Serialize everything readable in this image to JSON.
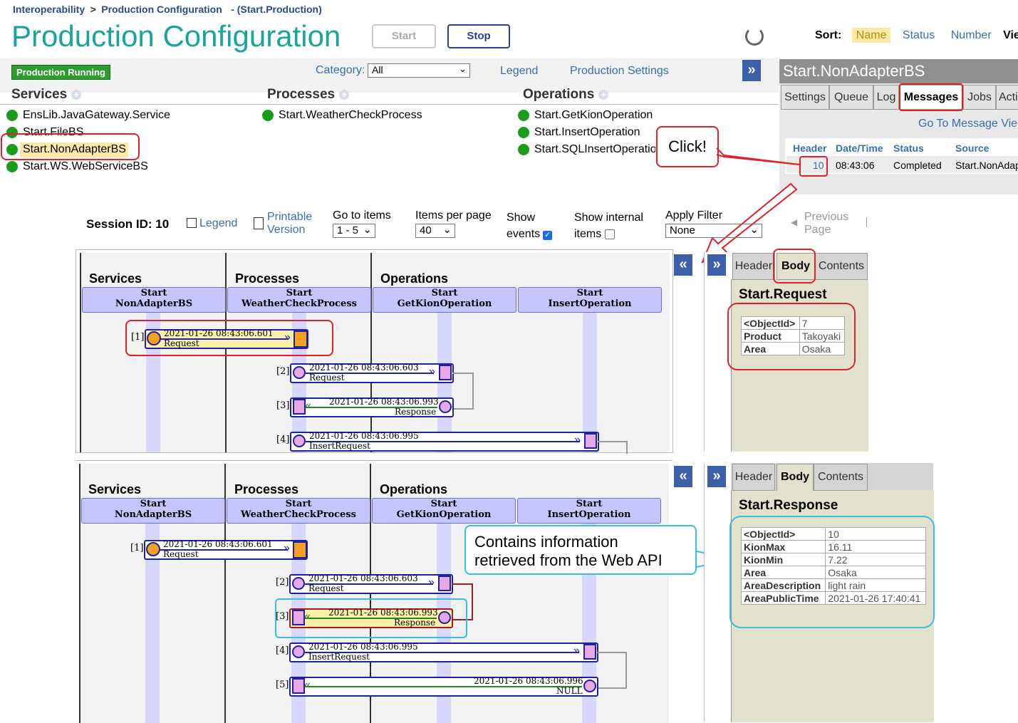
{
  "breadcrumb": {
    "item1": "Interoperability",
    "sep1": ">",
    "item2": "Production Configuration",
    "item3": "- (Start.Production)"
  },
  "page_title": "Production Configuration",
  "buttons": {
    "start": "Start",
    "stop": "Stop"
  },
  "sort": {
    "label": "Sort:",
    "name": "Name",
    "status": "Status",
    "number": "Number",
    "view": "Vie"
  },
  "status_badge": "Production Running",
  "category": {
    "label": "Category:",
    "value": "All"
  },
  "links": {
    "legend": "Legend",
    "production_settings": "Production Settings"
  },
  "columns": {
    "services": "Services",
    "processes": "Processes",
    "operations": "Operations"
  },
  "services": [
    "EnsLib.JavaGateway.Service",
    "Start.FileBS",
    "Start.NonAdapterBS",
    "Start.WS.WebServiceBS"
  ],
  "processes": [
    "Start.WeatherCheckProcess"
  ],
  "operations": [
    "Start.GetKionOperation",
    "Start.InsertOperation",
    "Start.SQLInsertOperatio"
  ],
  "callout_click": "Click!",
  "right_panel": {
    "title": "Start.NonAdapterBS",
    "tabs": [
      "Settings",
      "Queue",
      "Log",
      "Messages",
      "Jobs",
      "Acti"
    ],
    "go_to": "Go To Message Vie",
    "table_headers": [
      "Header",
      "Date/Time",
      "Status",
      "Source"
    ],
    "row": {
      "header": "10",
      "datetime": "08:43:06",
      "status": "Completed",
      "source": "Start.NonAdap"
    }
  },
  "toolbar": {
    "session": "Session ID: 10",
    "legend": "Legend",
    "printable1": "Printable",
    "printable2": "Version",
    "goto_label": "Go to items",
    "goto_value": "1 - 5",
    "ipp_label": "Items per page",
    "ipp_value": "40",
    "show_events1": "Show",
    "show_events2": "events",
    "show_internal1": "Show internal",
    "show_internal2": "items",
    "filter_label": "Apply Filter",
    "filter_value": "None",
    "prev1": "Previous",
    "prev2": "Page"
  },
  "trace": {
    "col_services": "Services",
    "col_processes": "Processes",
    "col_operations": "Operations",
    "lifelines": [
      {
        "l1": "Start",
        "l2": "NonAdapterBS"
      },
      {
        "l1": "Start",
        "l2": "WeatherCheckProcess"
      },
      {
        "l1": "Start",
        "l2": "GetKionOperation"
      },
      {
        "l1": "Start",
        "l2": "InsertOperation"
      }
    ],
    "messages": [
      {
        "n": "[1]",
        "ts": "2021-01-26 08:43:06.601",
        "label": "Request"
      },
      {
        "n": "[2]",
        "ts": "2021-01-26 08:43:06.603",
        "label": "Request"
      },
      {
        "n": "[3]",
        "ts": "2021-01-26 08:43:06.993",
        "label": "Response"
      },
      {
        "n": "[4]",
        "ts": "2021-01-26 08:43:06.995",
        "label": "InsertRequest"
      },
      {
        "n": "[5]",
        "ts": "2021-01-26 08:43:06.996",
        "label": "NULL"
      }
    ]
  },
  "detail_tabs": [
    "Header",
    "Body",
    "Contents"
  ],
  "detail1": {
    "title": "Start.Request",
    "rows": [
      [
        "<ObjectId>",
        "7"
      ],
      [
        "Product",
        "Takoyaki"
      ],
      [
        "Area",
        "Osaka"
      ]
    ]
  },
  "detail2": {
    "title": "Start.Response",
    "rows": [
      [
        "<ObjectId>",
        "10"
      ],
      [
        "KionMax",
        "16.11"
      ],
      [
        "KionMin",
        "7.22"
      ],
      [
        "Area",
        "Osaka"
      ],
      [
        "AreaDescription",
        "light rain"
      ],
      [
        "AreaPublicTime",
        "2021-01-26 17:40:41"
      ]
    ]
  },
  "callout_info": {
    "line1": "Contains information",
    "line2": "retrieved from the Web API"
  },
  "colors": {
    "accent_teal": "#1aa59a",
    "highlight_red": "#e0202a",
    "callout_cyan": "#38c0e0",
    "running_green": "#1a9e1a"
  }
}
